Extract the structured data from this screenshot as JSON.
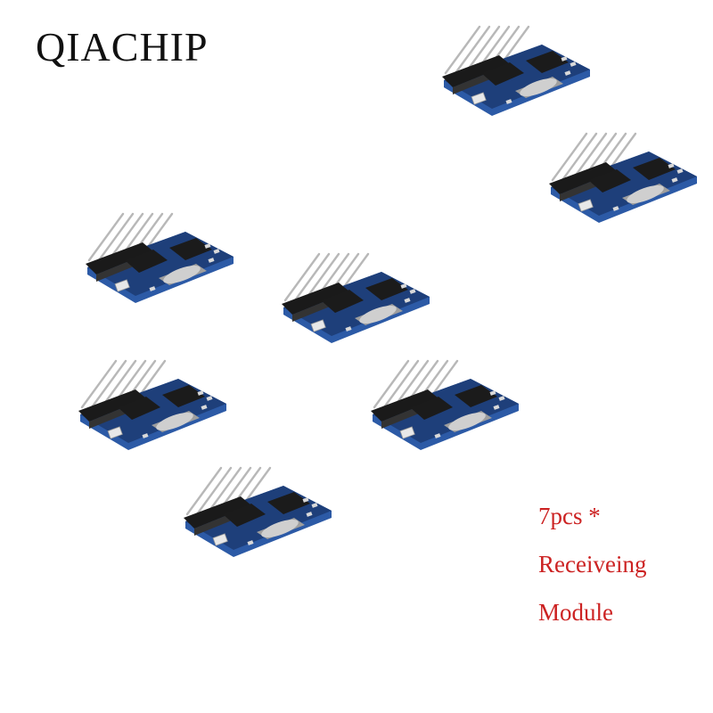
{
  "brand": {
    "name": "QIACHIP"
  },
  "caption": {
    "line1": "7pcs *",
    "line2": "Receiveing",
    "line3": "Module"
  },
  "colors": {
    "background": "#ffffff",
    "caption": "#cc2222",
    "brand": "#111111",
    "pcb": "#1e3f7a",
    "pcb_edge": "#2c5aa6",
    "pin": "#b8b8b8",
    "header_plastic": "#1a1a1a",
    "chip": "#1b1b1b",
    "crystal": "#cfcfcf",
    "led": "#e8e8e8"
  },
  "product": {
    "item_count": 7,
    "item_icon": "rf-receiver-module-icon"
  }
}
